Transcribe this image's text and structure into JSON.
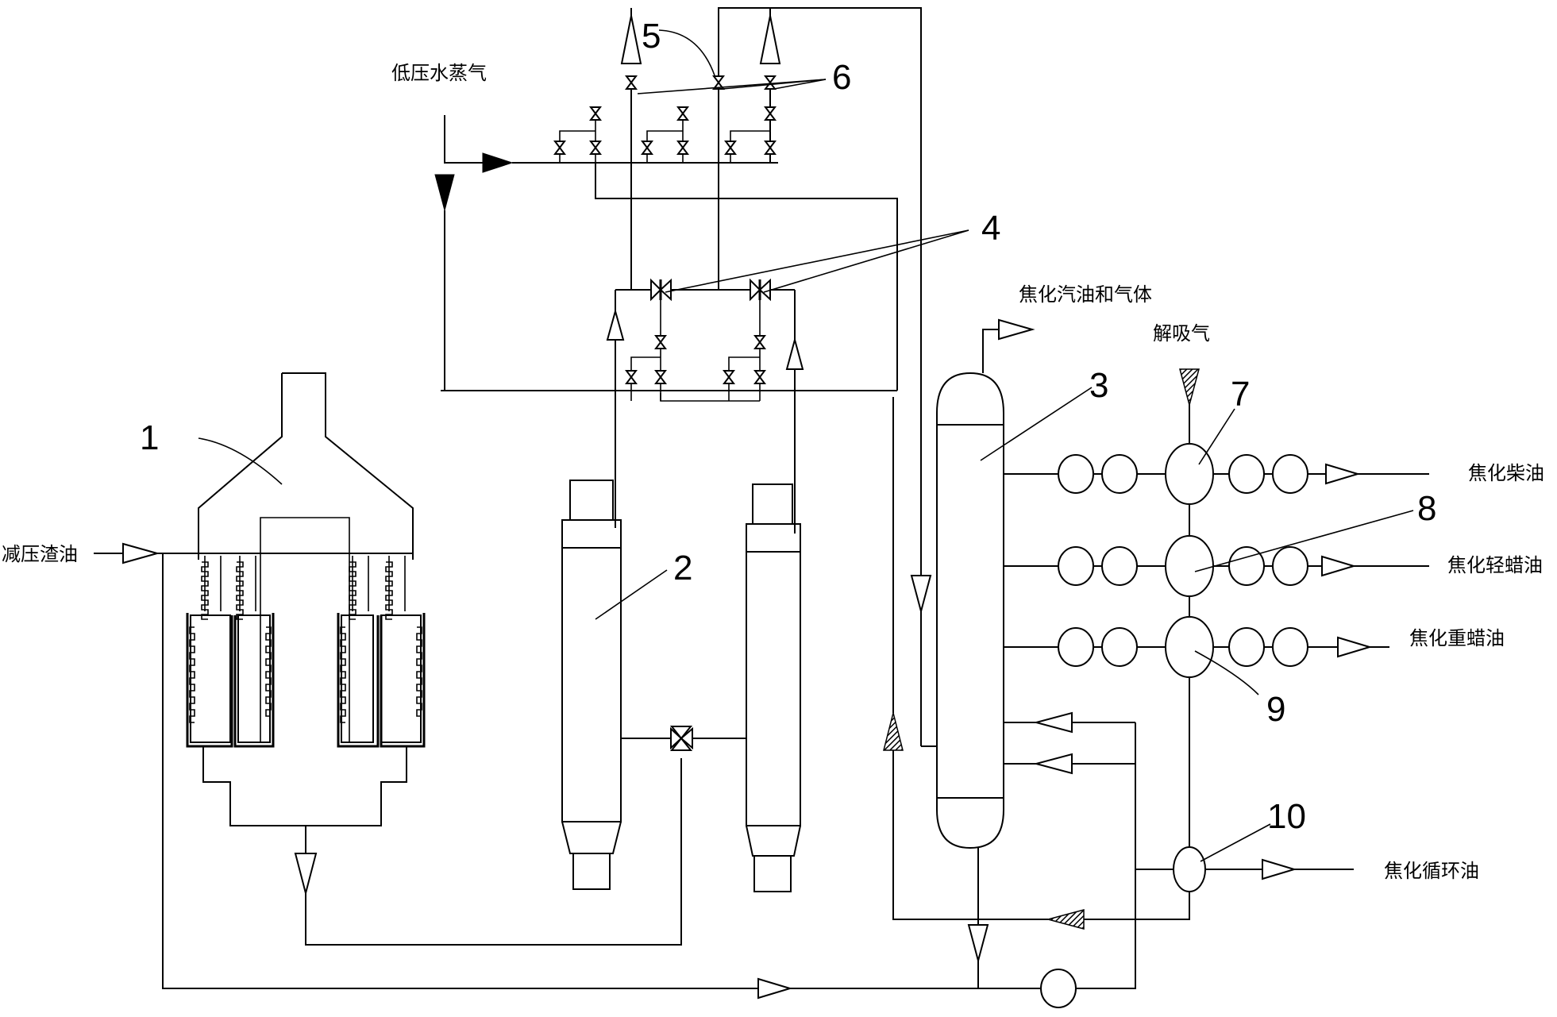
{
  "labels": {
    "vacuum_residue": "减压渣油",
    "low_pressure_steam": "低压水蒸气",
    "coker_gasoline_gas": "焦化汽油和气体",
    "desorption_gas": "解吸气",
    "coker_diesel": "焦化柴油",
    "coker_light_wax_oil": "焦化轻蜡油",
    "coker_heavy_wax_oil": "焦化重蜡油",
    "coker_recycle_oil": "焦化循环油"
  },
  "numbers": {
    "n1": "1",
    "n2": "2",
    "n3": "3",
    "n4": "4",
    "n5": "5",
    "n6": "6",
    "n7": "7",
    "n8": "8",
    "n9": "9",
    "n10": "10"
  }
}
